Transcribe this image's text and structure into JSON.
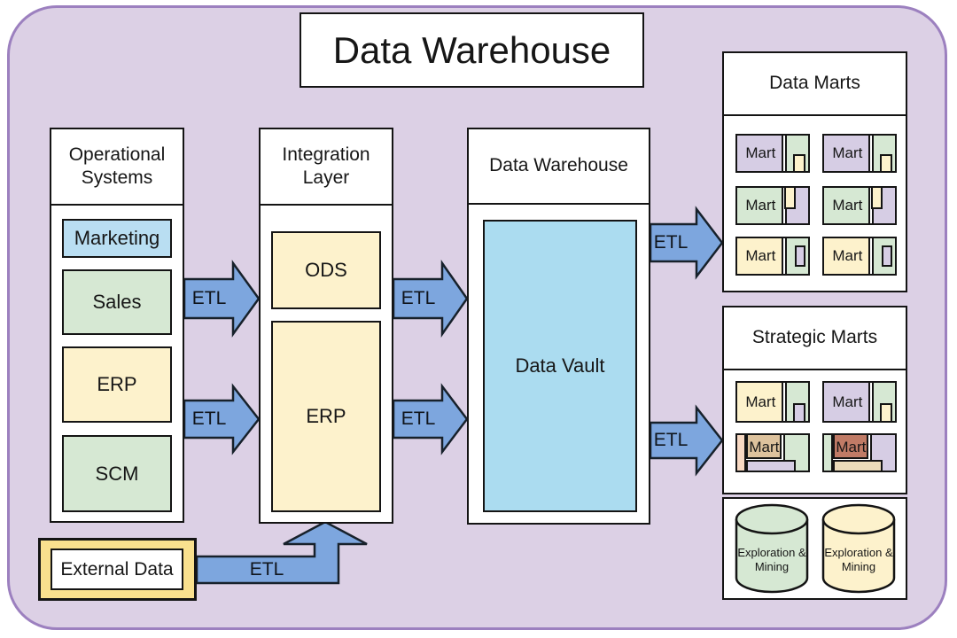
{
  "labels": {
    "etl": "ETL",
    "mart": "Mart"
  },
  "header": {
    "title": "Data Warehouse"
  },
  "panels": {
    "operational": {
      "title": "Operational Systems",
      "items": [
        "Marketing",
        "Sales",
        "ERP",
        "SCM"
      ]
    },
    "integration": {
      "title": "Integration Layer",
      "items": [
        "ODS",
        "ERP"
      ]
    },
    "warehouse": {
      "title": "Data Warehouse",
      "vault_label": "Data Vault"
    },
    "data_marts": {
      "title": "Data Marts",
      "mart_count": 6
    },
    "strategic_marts": {
      "title": "Strategic Marts",
      "mart_count": 4
    },
    "mining": {
      "label": "Exploration & Mining",
      "cylinder_count": 2
    },
    "external": {
      "label": "External Data"
    }
  },
  "palette": {
    "container_bg": "#dcd0e5",
    "container_border": "#9c80bf",
    "box_border": "#141414",
    "item_blue": "#b9def2",
    "item_green": "#d6e8d3",
    "item_yellow": "#fdf2cc",
    "vault_blue": "#abdcf0",
    "mart_lavender": "#d6cde4",
    "mart_peach": "#f8d9c3",
    "mart_tan": "#ddc29d",
    "mart_red_brown": "#c07b66",
    "mart_light_tan": "#ecdcba",
    "external_yellow": "#f9e08e",
    "arrow_fill": "#7da6de",
    "arrow_border": "#17212b"
  }
}
